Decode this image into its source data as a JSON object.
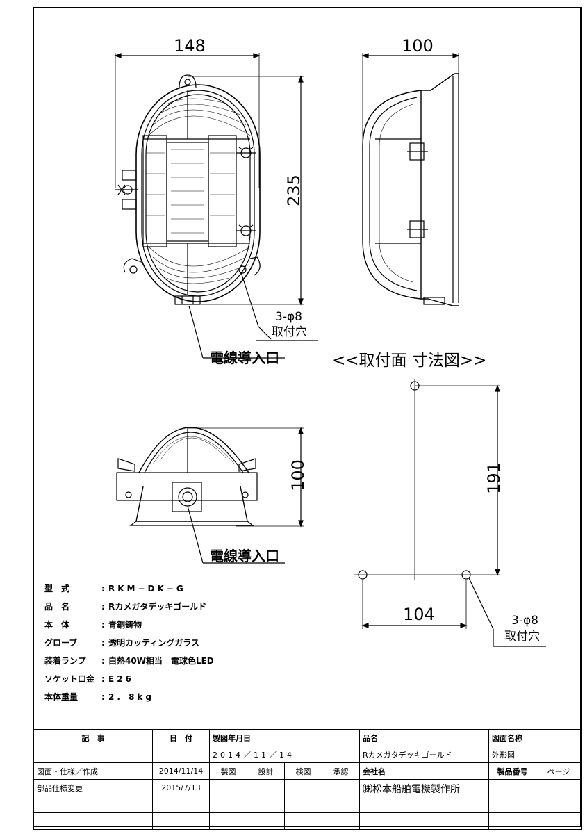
{
  "dimensions": {
    "front_width": "148",
    "front_height": "235",
    "side_depth": "100",
    "bottom_height": "100",
    "mount_height": "191",
    "mount_width": "104",
    "hole_count_front": "3-φ8",
    "hole_label_front": "取付穴",
    "hole_count_mount": "3-φ8",
    "hole_label_mount": "取付穴"
  },
  "labels": {
    "cable_entry_front": "電線導入口",
    "cable_entry_bottom": "電線導入口",
    "mount_title": "<<取付面 寸法図>>"
  },
  "specs": [
    {
      "key": "型　式",
      "value": "RKM−DK−G"
    },
    {
      "key": "品　名",
      "value": "Rカメガタデッキゴールド"
    },
    {
      "key": "本　体",
      "value": "青銅鋳物"
    },
    {
      "key": "グローブ",
      "value": "透明カッティングガラス"
    },
    {
      "key": "装着ランプ",
      "value": "白熱40W相当　電球色LED"
    },
    {
      "key": "ソケット口金",
      "value": "E26"
    },
    {
      "key": "本体重量",
      "value": "2. 8kg"
    }
  ],
  "title_block": {
    "h_record": "記　事",
    "h_date": "日　付",
    "h_mfg_date": "製図年月日",
    "mfg_date": "2014／11／14",
    "h_product": "品名",
    "product": "Rカメガタデッキゴールド",
    "h_drawing_name": "図面名称",
    "drawing_name": "外形図",
    "row1_record": "図面・仕様／作成",
    "row1_date": "2014/11/14",
    "h_draft": "製図",
    "h_design": "設計",
    "h_check": "検図",
    "h_approve": "承認",
    "h_company": "会社名",
    "company": "㈱松本船舶電機製作所",
    "h_product_no": "製品番号",
    "h_page": "ページ",
    "row2_record": "部品仕様変更",
    "row2_date": "2015/7/13"
  }
}
